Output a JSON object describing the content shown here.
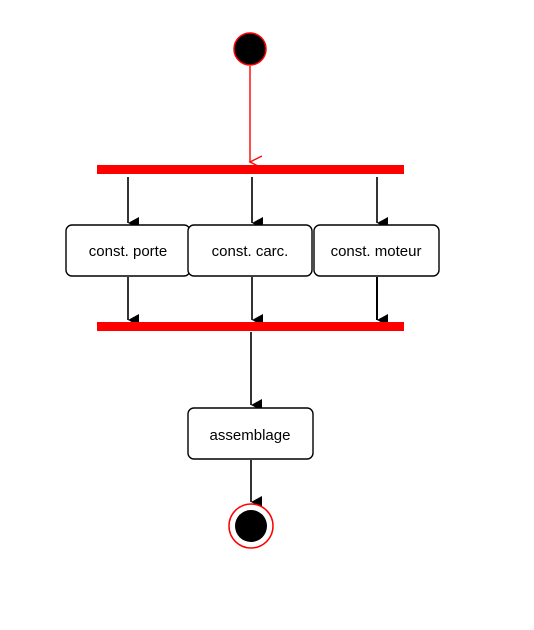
{
  "diagram": {
    "type": "uml-activity",
    "nodes": {
      "start": {
        "kind": "initial"
      },
      "fork": {
        "kind": "fork-bar"
      },
      "porte": {
        "kind": "action",
        "label": "const. porte"
      },
      "carc": {
        "kind": "action",
        "label": "const. carc."
      },
      "moteur": {
        "kind": "action",
        "label": "const. moteur"
      },
      "join": {
        "kind": "join-bar"
      },
      "assemblage": {
        "kind": "action",
        "label": "assemblage"
      },
      "end": {
        "kind": "final"
      }
    },
    "edges": [
      {
        "from": "start",
        "to": "fork"
      },
      {
        "from": "fork",
        "to": "porte"
      },
      {
        "from": "fork",
        "to": "carc"
      },
      {
        "from": "fork",
        "to": "moteur"
      },
      {
        "from": "porte",
        "to": "join"
      },
      {
        "from": "carc",
        "to": "join"
      },
      {
        "from": "moteur",
        "to": "join"
      },
      {
        "from": "join",
        "to": "assemblage"
      },
      {
        "from": "assemblage",
        "to": "end"
      }
    ],
    "colors": {
      "bars": "#ff0000",
      "initial_outline": "#ff0000",
      "first_edge": "#ff0000",
      "edges": "#000000",
      "node_fill": "#000000",
      "box_stroke": "#000000",
      "box_fill": "#ffffff"
    }
  }
}
